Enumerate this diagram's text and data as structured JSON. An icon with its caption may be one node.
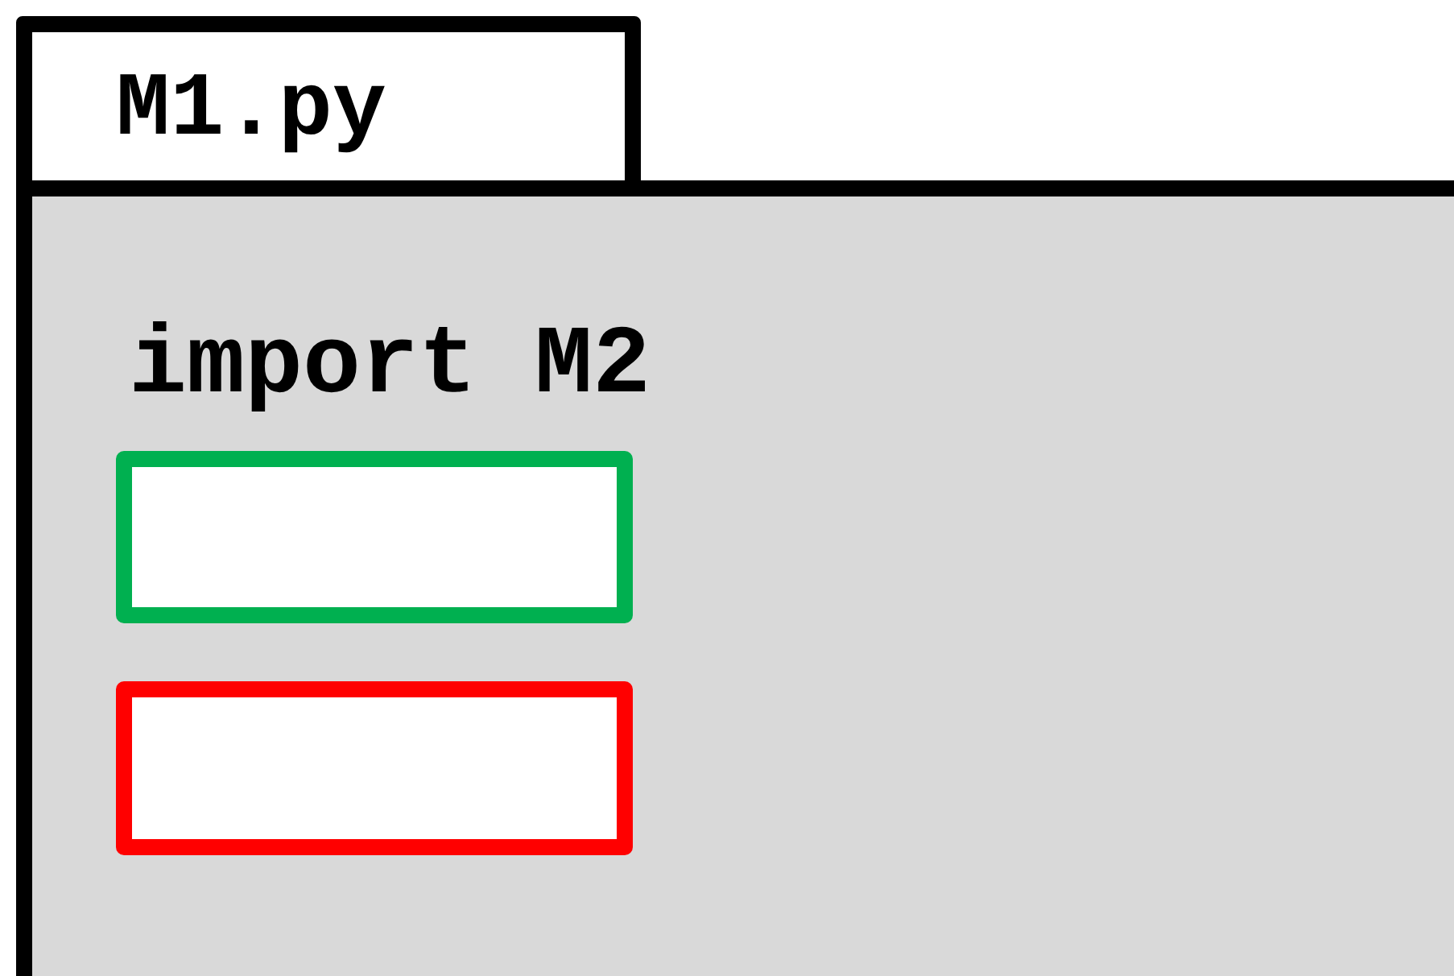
{
  "diagram": {
    "nodes": [
      {
        "text": [
          "M1.py"
        ]
      },
      {
        "text": [
          "import M2"
        ]
      },
      {
        "text": [],
        "shape": "box",
        "in": 1
      },
      {
        "text": [],
        "shape": "box",
        "in": 1
      }
    ]
  }
}
